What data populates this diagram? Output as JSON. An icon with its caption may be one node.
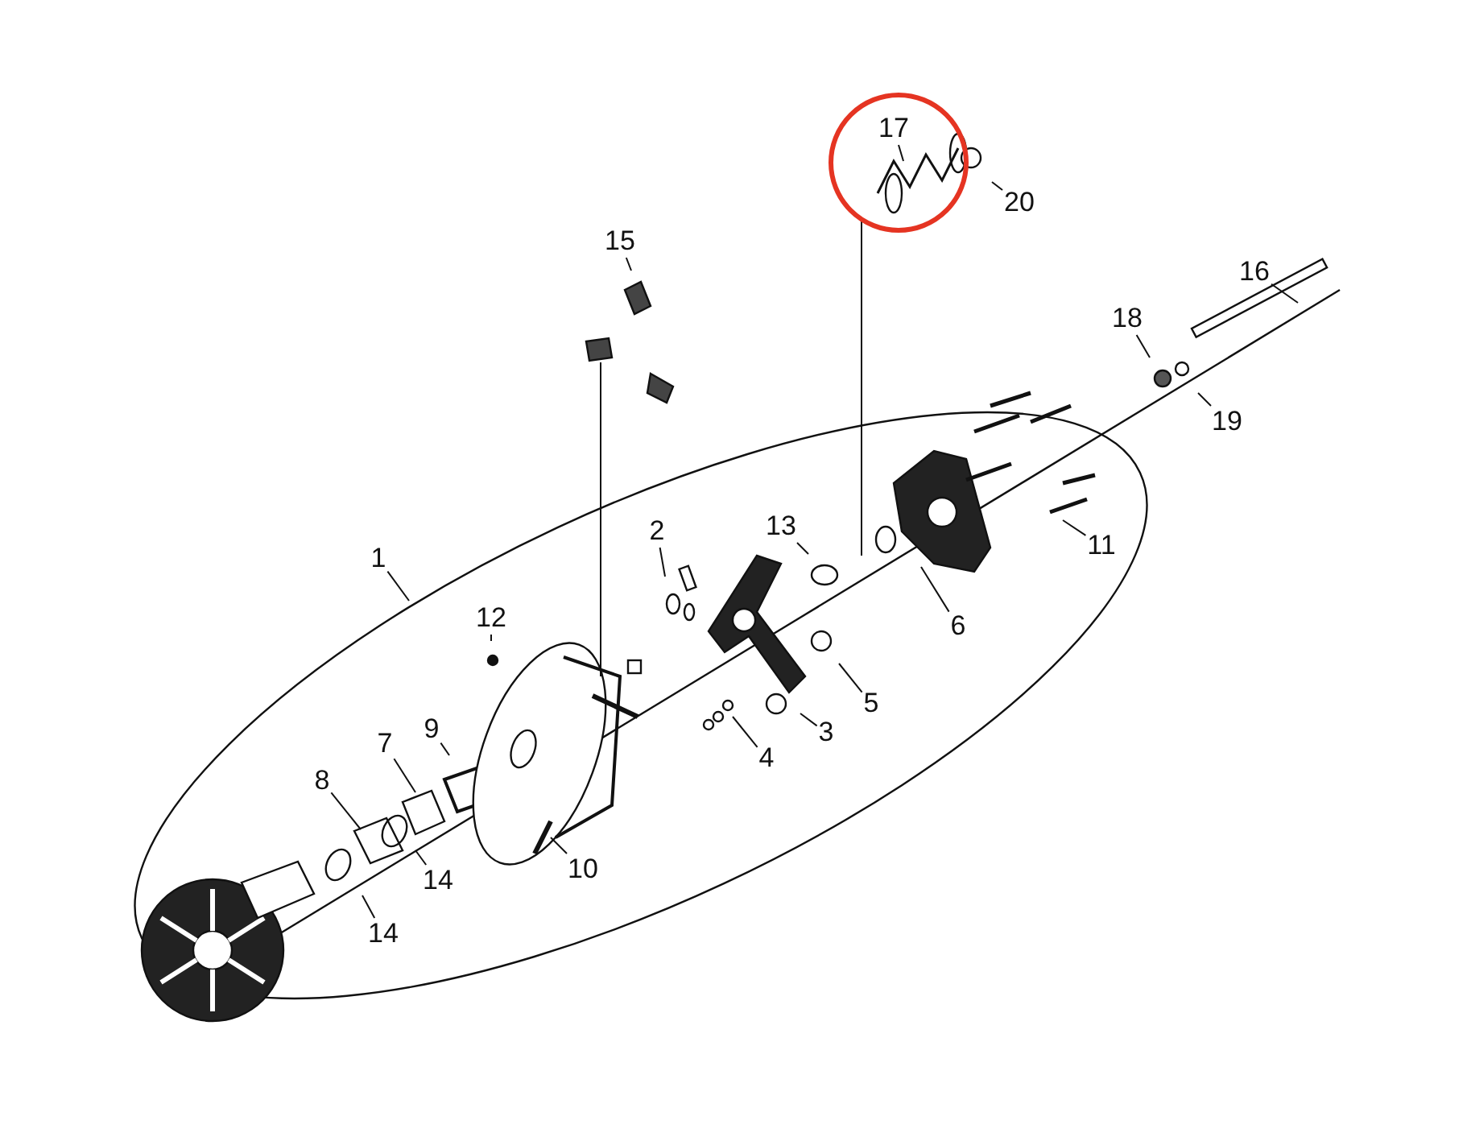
{
  "diagram": {
    "nodes": [
      {
        "text": [
          "17"
        ]
      },
      {
        "text": [
          "20"
        ]
      },
      {
        "text": [
          "15"
        ]
      },
      {
        "text": [
          "16"
        ]
      },
      {
        "text": [
          "18"
        ]
      },
      {
        "text": [
          "19"
        ]
      },
      {
        "text": [
          "2"
        ]
      },
      {
        "text": [
          "13"
        ]
      },
      {
        "text": [
          "11"
        ]
      },
      {
        "text": [
          "1"
        ]
      },
      {
        "text": [
          "6"
        ]
      },
      {
        "text": [
          "12"
        ]
      },
      {
        "text": [
          "5"
        ]
      },
      {
        "text": [
          "9"
        ]
      },
      {
        "text": [
          "7"
        ]
      },
      {
        "text": [
          "3"
        ]
      },
      {
        "text": [
          "4"
        ]
      },
      {
        "text": [
          "8"
        ]
      },
      {
        "text": [
          "10"
        ]
      },
      {
        "text": [
          "14"
        ]
      },
      {
        "text": [
          "14"
        ]
      }
    ],
    "edges": [
      {
        "from": 0,
        "to": null,
        "arrow": "none"
      },
      {
        "from": 1,
        "to": null,
        "arrow": "none"
      },
      {
        "from": 2,
        "to": null,
        "arrow": "none"
      },
      {
        "from": 3,
        "to": null,
        "arrow": "none"
      },
      {
        "from": 4,
        "to": null,
        "arrow": "none"
      },
      {
        "from": 5,
        "to": null,
        "arrow": "none"
      },
      {
        "from": 6,
        "to": null,
        "arrow": "none"
      },
      {
        "from": 7,
        "to": null,
        "arrow": "none"
      },
      {
        "from": 8,
        "to": null,
        "arrow": "none"
      },
      {
        "from": 9,
        "to": null,
        "arrow": "none"
      },
      {
        "from": 10,
        "to": null,
        "arrow": "none"
      },
      {
        "from": 11,
        "to": null,
        "arrow": "none"
      },
      {
        "from": 12,
        "to": null,
        "arrow": "none"
      },
      {
        "from": 13,
        "to": null,
        "arrow": "none"
      },
      {
        "from": 14,
        "to": null,
        "arrow": "none"
      },
      {
        "from": 15,
        "to": null,
        "arrow": "none"
      },
      {
        "from": 16,
        "to": null,
        "arrow": "none"
      },
      {
        "from": 17,
        "to": null,
        "arrow": "none"
      },
      {
        "from": 18,
        "to": null,
        "arrow": "none"
      },
      {
        "from": 19,
        "to": null,
        "arrow": "none"
      },
      {
        "from": 20,
        "to": null,
        "arrow": "none"
      }
    ]
  }
}
